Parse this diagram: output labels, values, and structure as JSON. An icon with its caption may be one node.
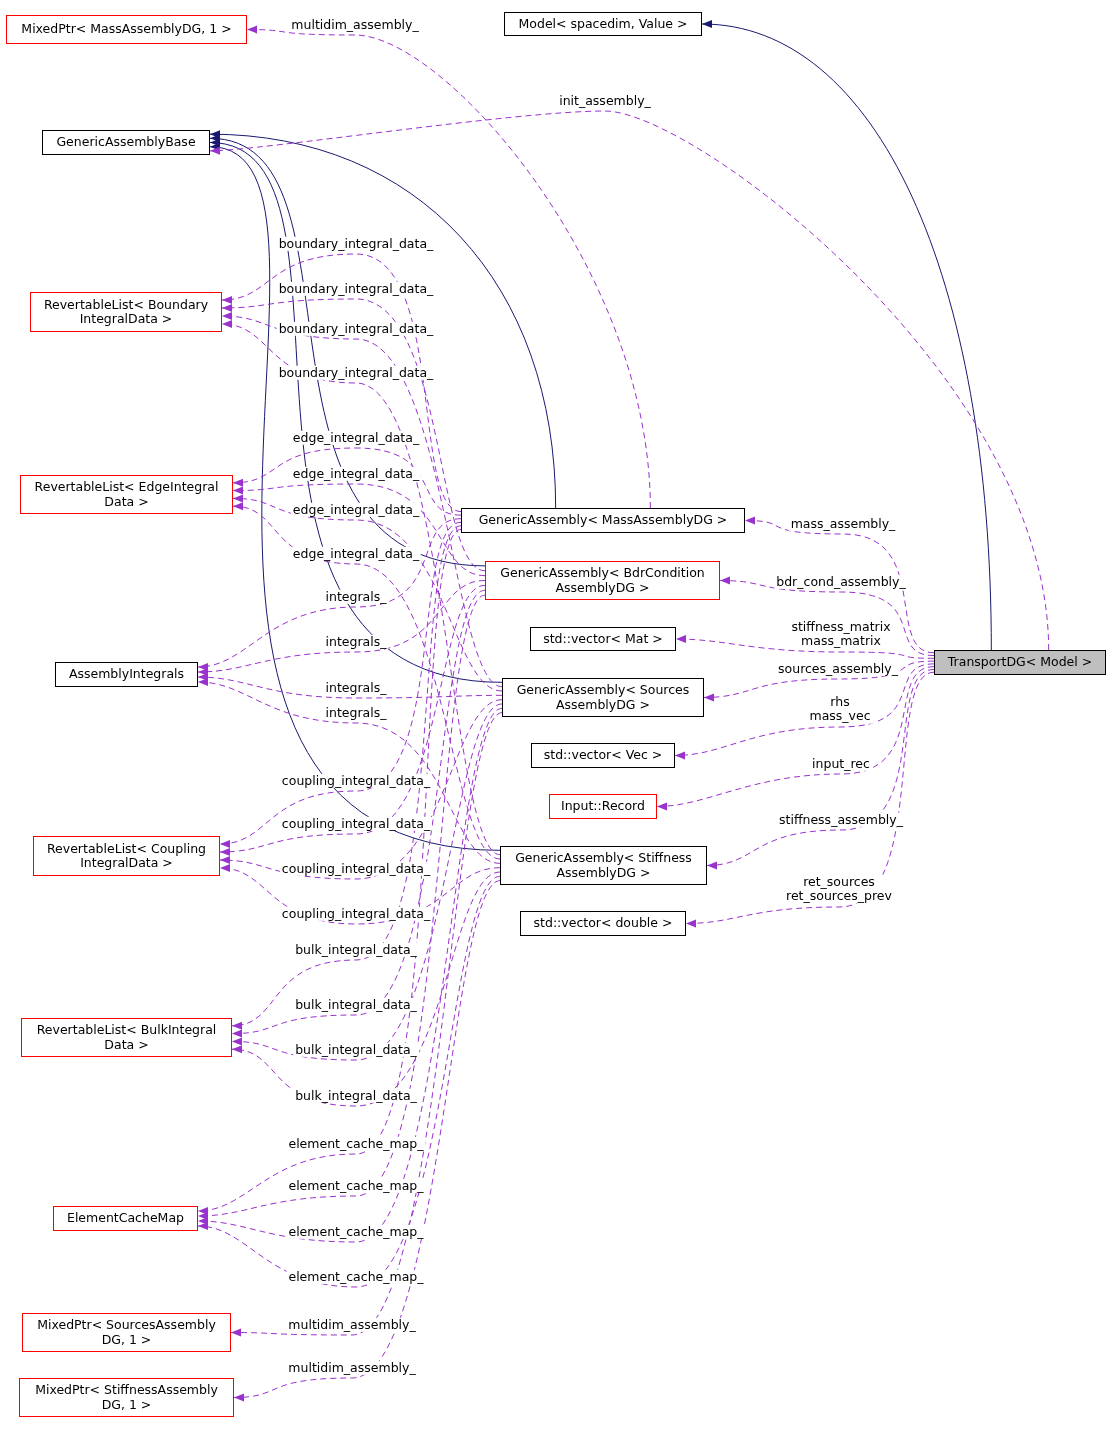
{
  "diagram": {
    "nodes": [
      {
        "text": [
          "Model< spacedim, Value >"
        ]
      },
      {
        "text": [
          "MixedPtr< MassAssemblyDG, 1 >"
        ]
      },
      {
        "text": [
          "GenericAssemblyBase"
        ]
      },
      {
        "text": [
          "RevertableList< Boundary IntegralData >"
        ]
      },
      {
        "text": [
          "RevertableList< EdgeIntegral Data >"
        ]
      },
      {
        "text": [
          "GenericAssembly< MassAssemblyDG >"
        ]
      },
      {
        "text": [
          "GenericAssembly< BdrCondition AssemblyDG >"
        ]
      },
      {
        "text": [
          "std::vector< Mat >"
        ]
      },
      {
        "text": [
          "AssemblyIntegrals"
        ]
      },
      {
        "text": [
          "TransportDG< Model >"
        ]
      },
      {
        "text": [
          "GenericAssembly< Sources AssemblyDG >"
        ]
      },
      {
        "text": [
          "std::vector< Vec >"
        ]
      },
      {
        "text": [
          "Input::Record"
        ]
      },
      {
        "text": [
          "RevertableList< Coupling IntegralData >"
        ]
      },
      {
        "text": [
          "GenericAssembly< Stiffness AssemblyDG >"
        ]
      },
      {
        "text": [
          "std::vector< double >"
        ]
      },
      {
        "text": [
          "RevertableList< BulkIntegral Data >"
        ]
      },
      {
        "text": [
          "ElementCacheMap"
        ]
      },
      {
        "text": [
          "MixedPtr< SourcesAssembly DG, 1 >"
        ]
      },
      {
        "text": [
          "MixedPtr< StiffnessAssembly DG, 1 >"
        ]
      }
    ],
    "edges": [
      {
        "from": 9,
        "to": 0,
        "arrow": "to",
        "color": "#191970"
      },
      {
        "from": 5,
        "to": 2,
        "arrow": "to",
        "color": "#191970"
      },
      {
        "from": 6,
        "to": 2,
        "arrow": "to",
        "color": "#191970"
      },
      {
        "from": 10,
        "to": 2,
        "arrow": "to",
        "color": "#191970"
      },
      {
        "from": 14,
        "to": 2,
        "arrow": "to",
        "color": "#191970"
      },
      {
        "from": 5,
        "to": 1,
        "arrow": "to",
        "label": "multidim_assembly_",
        "style": "dashed"
      },
      {
        "from": 9,
        "to": 2,
        "arrow": "to",
        "label": "init_assembly_",
        "style": "dashed"
      },
      {
        "from": 5,
        "to": 3,
        "arrow": "to",
        "label": "boundary_integral_data_",
        "style": "dashed"
      },
      {
        "from": 6,
        "to": 3,
        "arrow": "to",
        "label": "boundary_integral_data_",
        "style": "dashed"
      },
      {
        "from": 10,
        "to": 3,
        "arrow": "to",
        "label": "boundary_integral_data_",
        "style": "dashed"
      },
      {
        "from": 14,
        "to": 3,
        "arrow": "to",
        "label": "boundary_integral_data_",
        "style": "dashed"
      },
      {
        "from": 5,
        "to": 4,
        "arrow": "to",
        "label": "edge_integral_data_",
        "style": "dashed"
      },
      {
        "from": 6,
        "to": 4,
        "arrow": "to",
        "label": "edge_integral_data_",
        "style": "dashed"
      },
      {
        "from": 10,
        "to": 4,
        "arrow": "to",
        "label": "edge_integral_data_",
        "style": "dashed"
      },
      {
        "from": 14,
        "to": 4,
        "arrow": "to",
        "label": "edge_integral_data_",
        "style": "dashed"
      },
      {
        "from": 5,
        "to": 8,
        "arrow": "to",
        "label": "integrals_",
        "style": "dashed"
      },
      {
        "from": 6,
        "to": 8,
        "arrow": "to",
        "label": "integrals_",
        "style": "dashed"
      },
      {
        "from": 10,
        "to": 8,
        "arrow": "to",
        "label": "integrals_",
        "style": "dashed"
      },
      {
        "from": 14,
        "to": 8,
        "arrow": "to",
        "label": "integrals_",
        "style": "dashed"
      },
      {
        "from": 5,
        "to": 13,
        "arrow": "to",
        "label": "coupling_integral_data_",
        "style": "dashed"
      },
      {
        "from": 6,
        "to": 13,
        "arrow": "to",
        "label": "coupling_integral_data_",
        "style": "dashed"
      },
      {
        "from": 10,
        "to": 13,
        "arrow": "to",
        "label": "coupling_integral_data_",
        "style": "dashed"
      },
      {
        "from": 14,
        "to": 13,
        "arrow": "to",
        "label": "coupling_integral_data_",
        "style": "dashed"
      },
      {
        "from": 5,
        "to": 16,
        "arrow": "to",
        "label": "bulk_integral_data_",
        "style": "dashed"
      },
      {
        "from": 6,
        "to": 16,
        "arrow": "to",
        "label": "bulk_integral_data_",
        "style": "dashed"
      },
      {
        "from": 10,
        "to": 16,
        "arrow": "to",
        "label": "bulk_integral_data_",
        "style": "dashed"
      },
      {
        "from": 14,
        "to": 16,
        "arrow": "to",
        "label": "bulk_integral_data_",
        "style": "dashed"
      },
      {
        "from": 5,
        "to": 17,
        "arrow": "to",
        "label": "element_cache_map_",
        "style": "dashed"
      },
      {
        "from": 6,
        "to": 17,
        "arrow": "to",
        "label": "element_cache_map_",
        "style": "dashed"
      },
      {
        "from": 10,
        "to": 17,
        "arrow": "to",
        "label": "element_cache_map_",
        "style": "dashed"
      },
      {
        "from": 14,
        "to": 17,
        "arrow": "to",
        "label": "element_cache_map_",
        "style": "dashed"
      },
      {
        "from": 10,
        "to": 18,
        "arrow": "to",
        "label": "multidim_assembly_",
        "style": "dashed"
      },
      {
        "from": 14,
        "to": 19,
        "arrow": "to",
        "label": "multidim_assembly_",
        "style": "dashed"
      },
      {
        "from": 9,
        "to": 5,
        "arrow": "to",
        "label": "mass_assembly_",
        "style": "dashed"
      },
      {
        "from": 9,
        "to": 6,
        "arrow": "to",
        "label": "bdr_cond_assembly_",
        "style": "dashed"
      },
      {
        "from": 9,
        "to": 7,
        "arrow": "to",
        "label": "stiffness_matrix mass_matrix",
        "style": "dashed"
      },
      {
        "from": 9,
        "to": 10,
        "arrow": "to",
        "label": "sources_assembly_",
        "style": "dashed"
      },
      {
        "from": 9,
        "to": 11,
        "arrow": "to",
        "label": "rhs mass_vec",
        "style": "dashed"
      },
      {
        "from": 9,
        "to": 12,
        "arrow": "to",
        "label": "input_rec",
        "style": "dashed"
      },
      {
        "from": 9,
        "to": 14,
        "arrow": "to",
        "label": "stiffness_assembly_",
        "style": "dashed"
      },
      {
        "from": 9,
        "to": 15,
        "arrow": "to",
        "label": "ret_sources ret_sources_prev",
        "style": "dashed"
      }
    ]
  }
}
